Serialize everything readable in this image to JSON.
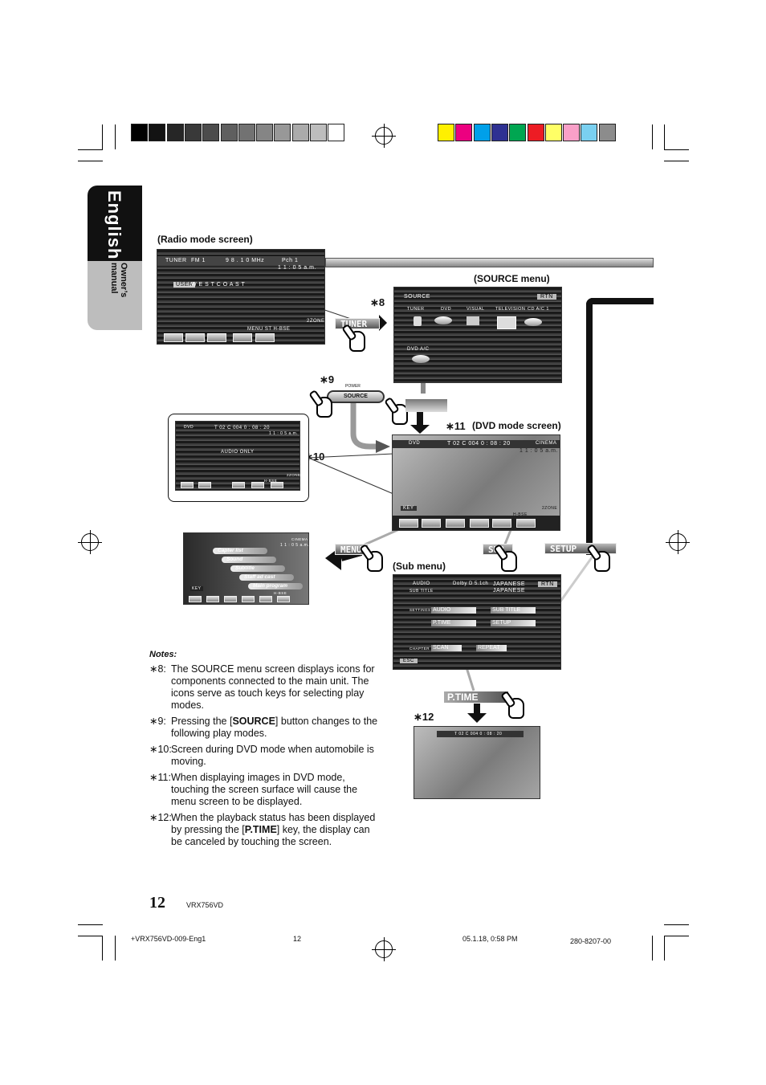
{
  "sidebar": {
    "language": "English",
    "subtitle": "Owner’s manual"
  },
  "colors": {
    "gray_bar": [
      "#000000",
      "#131313",
      "#262626",
      "#393939",
      "#4c4c4c",
      "#5f5f5f",
      "#727272",
      "#858585",
      "#989898",
      "#ababab",
      "#bdbdbd",
      "#ffffff"
    ],
    "color_bar": [
      "#fff000",
      "#ec0080",
      "#00a0e9",
      "#2e3192",
      "#00a651",
      "#ed1c24",
      "#ffff66",
      "#f9a0c8",
      "#7ad0f0",
      "#8c8c8c"
    ]
  },
  "labels": {
    "radio_mode_screen": "(Radio mode screen)",
    "source_menu": "(SOURCE menu)",
    "dvd_mode_screen": "(DVD mode screen)",
    "sub_menu": "(Sub menu)",
    "star8": "∗8",
    "star9": "∗9",
    "star10": "∗10",
    "star11": "∗11",
    "star12": "∗12"
  },
  "keys": {
    "tuner": "TUNER",
    "source": "SOURCE",
    "power": "POWER",
    "menu": "MENU",
    "sub": "SUB",
    "setup": "SETUP",
    "ptime": "P.TIME"
  },
  "radio_screen": {
    "source": "TUNER",
    "band": "FM 1",
    "frequency": "9 8 . 1 0 MHz",
    "preset": "Pch 1",
    "time": "1 1 : 0 5  a.m.",
    "user": "USER",
    "station": "W E S T   C O A S T",
    "zone": "2ZONE",
    "indicators": "MENU   ST   H-BSE"
  },
  "source_screen": {
    "title": "SOURCE",
    "rtn": "RTN",
    "items": [
      "TUNER",
      "DVD",
      "VISUAL",
      "TELEVISION",
      "CD A/C 1"
    ],
    "item2": "DVD A/C"
  },
  "dvd_screen": {
    "source": "DVD",
    "status": "T 02    C 004    0 : 08 : 20",
    "cinema": "CINEMA",
    "time": "1 1 : 0 5  a.m.",
    "key": "KEY",
    "zone": "2ZONE",
    "hbse": "H-BSE",
    "audio_only": "AUDIO ONLY"
  },
  "menu_screen": {
    "cinema": "CINEMA",
    "time": "1 1 : 0 5  a.m.",
    "items": [
      "Capter list",
      "Sound",
      "Subtitle",
      "Staff ad cast",
      "Main program"
    ],
    "key": "KEY",
    "hbse": "H-BSE"
  },
  "sub_screen": {
    "audio": "AUDIO",
    "subtitle": "SUB TITLE",
    "dolby": "Dolby D  5.1ch",
    "lang1": "JAPANESE",
    "lang2": "JAPANESE",
    "rtn": "RTN",
    "settings": "SETTINGS",
    "chapter": "CHAPTER",
    "btn_audio": "AUDIO",
    "btn_subtitle": "SUB TITLE",
    "btn_ptime": "P.TIME",
    "btn_setup": "SETUP",
    "btn_scan": "SCAN",
    "btn_repeat": "REPEAT",
    "esc": "ESC"
  },
  "ptime_screen": {
    "status": "T 02    C 004    0 : 08 : 20"
  },
  "notes": {
    "title": "Notes:",
    "items": [
      {
        "num": "∗8:",
        "text": "The SOURCE menu screen displays icons for components connected to the main unit. The icons serve as touch keys for selecting play modes."
      },
      {
        "num": "∗9:",
        "pre": "Pressing the [",
        "bold": "SOURCE",
        "post": "] button changes to the following play modes."
      },
      {
        "num": "∗10:",
        "text": "Screen during DVD mode when automobile is moving."
      },
      {
        "num": "∗11:",
        "text": "When displaying images in DVD mode, touching the screen surface will cause the menu screen to be displayed."
      },
      {
        "num": "∗12:",
        "pre": "When the playback status has been displayed by pressing the [",
        "bold": "P.TIME",
        "post": "] key, the display can be canceled by touching the screen."
      }
    ]
  },
  "footer": {
    "page_number": "12",
    "model": "VRX756VD",
    "file": "+VRX756VD-009-Eng1",
    "page_small": "12",
    "date": "05.1.18, 0:58 PM",
    "code": "280-8207-00"
  }
}
